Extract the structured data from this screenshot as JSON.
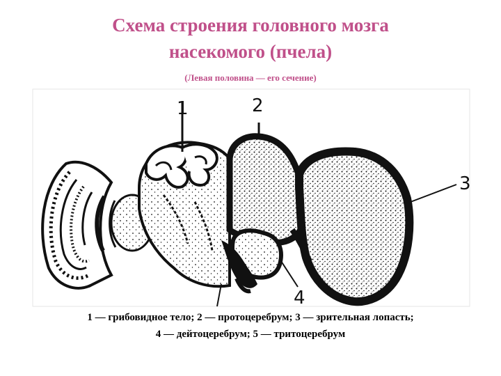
{
  "title": {
    "line1": "Схема строения головного мозга",
    "line2": "насекомого (пчела)"
  },
  "subtitle": "(Левая половина — его сечение)",
  "labels": {
    "l1": "1",
    "l2": "2",
    "l3": "3",
    "l4": "4"
  },
  "caption": {
    "line1": "1 — грибовидное тело; 2 — протоцеребрум; 3 — зрительная лопасть;",
    "line2": "4 — дейтоцеребрум; 5 — тритоцеребрум"
  },
  "colors": {
    "title": "#c0508a",
    "ink": "#111111"
  }
}
